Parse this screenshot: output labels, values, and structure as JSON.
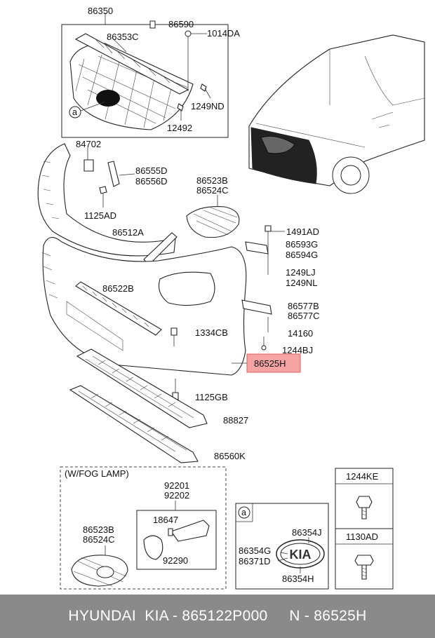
{
  "labels": {
    "p86350": "86350",
    "p86590": "86590",
    "p86353C": "86353C",
    "p1014DA": "1014DA",
    "p1249ND": "1249ND",
    "p12492": "12492",
    "callout_a": "a",
    "p84702": "84702",
    "p86555D": "86555D",
    "p86556D": "86556D",
    "p1125AD": "1125AD",
    "p86523B_top": "86523B",
    "p86524C_top": "86524C",
    "p86512A": "86512A",
    "p1491AD": "1491AD",
    "p86593G": "86593G",
    "p86594G": "86594G",
    "p1249LJ": "1249LJ",
    "p1249NL": "1249NL",
    "p86522B": "86522B",
    "p86577B": "86577B",
    "p86577C": "86577C",
    "p1334CB": "1334CB",
    "p14160": "14160",
    "p1244BJ": "1244BJ",
    "p86525H": "86525H",
    "p1125GB": "1125GB",
    "p88827": "88827",
    "p86560K": "86560K",
    "fog_lamp_title": "(W/FOG LAMP)",
    "p92201": "92201",
    "p92202": "92202",
    "p18647": "18647",
    "p92290": "92290",
    "p86523B_fog": "86523B",
    "p86524C_fog": "86524C",
    "callout_a_box": "a",
    "p86354J": "86354J",
    "p86354G": "86354G",
    "p86371D": "86371D",
    "p86354H": "86354H",
    "p1244KE": "1244KE",
    "p1130AD": "1130AD"
  },
  "footer_text": "HYUNDAI  KIA - 865122P000     N - 86525H",
  "colors": {
    "highlight_fill": "#f5a3a3",
    "footer_bg": "#8a8a8a",
    "footer_text": "#ffffff"
  }
}
